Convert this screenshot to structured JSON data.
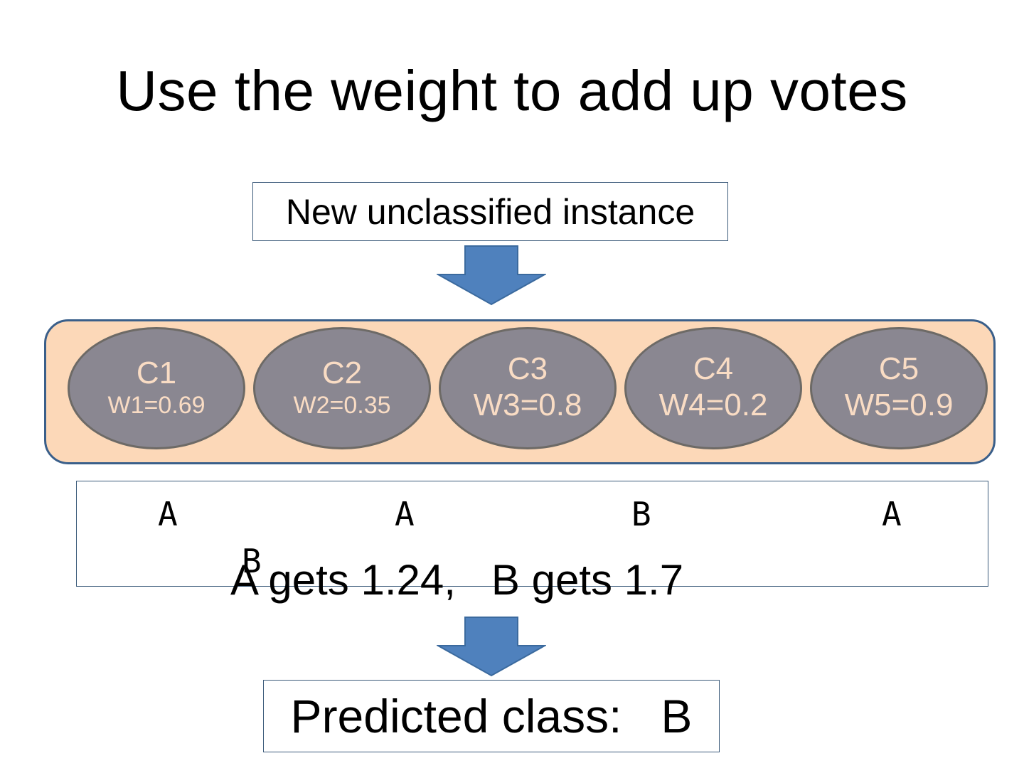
{
  "title": "Use the weight to add up votes",
  "instance_label": "New unclassified instance",
  "classifiers": [
    {
      "name": "C1",
      "weight": "W1=0.69"
    },
    {
      "name": "C2",
      "weight": "W2=0.35"
    },
    {
      "name": "C3",
      "weight": "W3=0.8"
    },
    {
      "name": "C4",
      "weight": "W4=0.2"
    },
    {
      "name": "C5",
      "weight": "W5=0.9"
    }
  ],
  "votes": [
    "A",
    "A",
    "B",
    "A",
    "B"
  ],
  "tally": "A gets 1.24,   B gets 1.7",
  "prediction": "Predicted class:   B",
  "colors": {
    "arrow": "#4f81bd",
    "ensemble_fill": "#fcd8b8",
    "ensemble_border": "#3a5f8a",
    "classifier_fill": "#8a8791",
    "classifier_text": "#f9dcc4"
  }
}
